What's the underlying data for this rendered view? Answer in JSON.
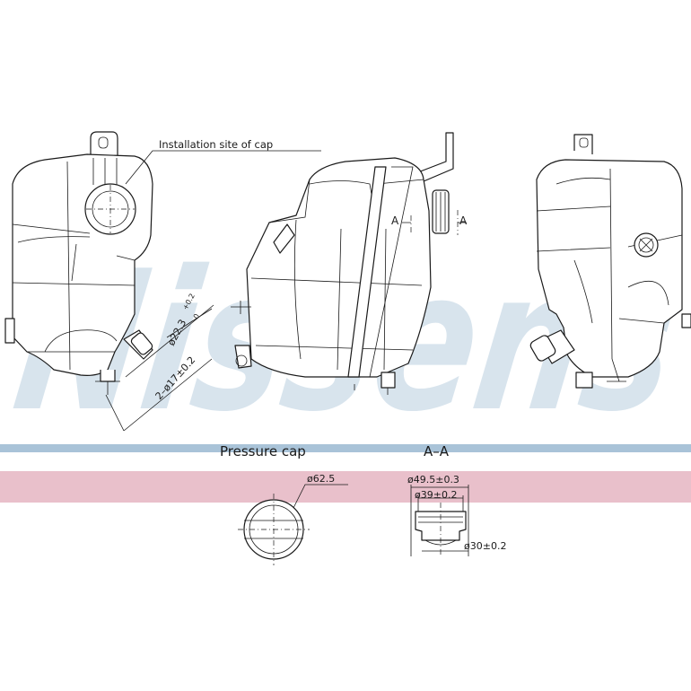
{
  "watermark": {
    "text": "Nissens",
    "registered": "®"
  },
  "labels": {
    "installation_site": "Installation  site  of  cap",
    "diam_22_3": "ø22.3",
    "diam_22_3_tol_upper": "+0.2",
    "diam_22_3_tol_lower": "0",
    "diam_17": "2–ø17±0.2",
    "section_mark_a": "A",
    "pressure_cap": "Pressure   cap",
    "section_title": "A–A",
    "diam_62_5": "ø62.5",
    "diam_49_5": "ø49.5±0.3",
    "diam_39": "ø39±0.2",
    "diam_30": "ø30±0.2"
  },
  "colors": {
    "blue_band": "#a9c3d8",
    "pink_band": "#e5b5c2",
    "watermark": "#b9cfe0",
    "line": "#1a1a1a"
  }
}
